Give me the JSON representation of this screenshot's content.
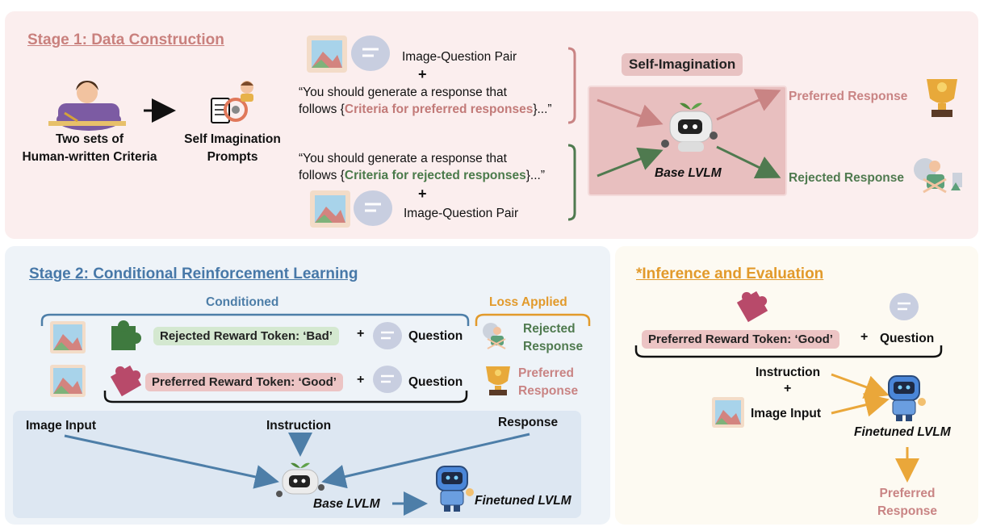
{
  "stage1": {
    "title": "Stage 1: Data Construction",
    "criteria_label_line1": "Two sets of",
    "criteria_label_line2": "Human-written Criteria",
    "prompts_label_line1": "Self Imagination",
    "prompts_label_line2": "Prompts",
    "pair_top": "Image-Question Pair",
    "plus": "+",
    "quote_pref_prefix": "“You should generate a response that",
    "quote_pref_line2_prefix": "follows {",
    "quote_pref_highlight": "Criteria for preferred responses",
    "quote_pref_suffix": "}...”",
    "quote_rej_prefix": "“You should generate a response that",
    "quote_rej_line2_prefix": "follows {",
    "quote_rej_highlight": "Criteria for rejected responses",
    "quote_rej_suffix": "}...”",
    "pair_bottom": "Image-Question Pair",
    "self_imagination": "Self-Imagination",
    "base_lvlm": "Base LVLM",
    "preferred_response": "Preferred Response",
    "rejected_response": "Rejected Response"
  },
  "stage2": {
    "title": "Stage 2: Conditional Reinforcement Learning",
    "conditioned": "Conditioned",
    "loss_applied": "Loss Applied",
    "rejected_token": "Rejected Reward Token: ‘Bad’",
    "preferred_token": "Preferred Reward Token: ‘Good’",
    "plus": "+",
    "question": "Question",
    "rejected_resp_line1": "Rejected",
    "rejected_resp_line2": "Response",
    "preferred_resp_line1": "Preferred",
    "preferred_resp_line2": "Response",
    "image_input": "Image Input",
    "instruction": "Instruction",
    "response": "Response",
    "base_lvlm": "Base LVLM",
    "finetuned_lvlm": "Finetuned LVLM"
  },
  "inference": {
    "title": "*Inference and Evaluation",
    "preferred_token": "Preferred Reward Token: ‘Good’",
    "plus": "+",
    "question": "Question",
    "instruction": "Instruction",
    "plus2": "+",
    "image_input": "Image Input",
    "finetuned_lvlm": "Finetuned LVLM",
    "preferred_line1": "Preferred",
    "preferred_line2": "Response"
  },
  "colors": {
    "stage1_bg": "#fbeeee",
    "stage2_bg": "#eef3f8",
    "stage2_inner_bg": "#dde7f2",
    "inference_bg": "#fdfaf2",
    "pink_title": "#c9807d",
    "blue_title": "#4778a8",
    "orange_title": "#e29a2b",
    "pink_arrow": "#c98484",
    "green_arrow": "#4f7a4f",
    "blue_arrow": "#4d7ea8",
    "orange_arrow": "#eaa73a"
  }
}
